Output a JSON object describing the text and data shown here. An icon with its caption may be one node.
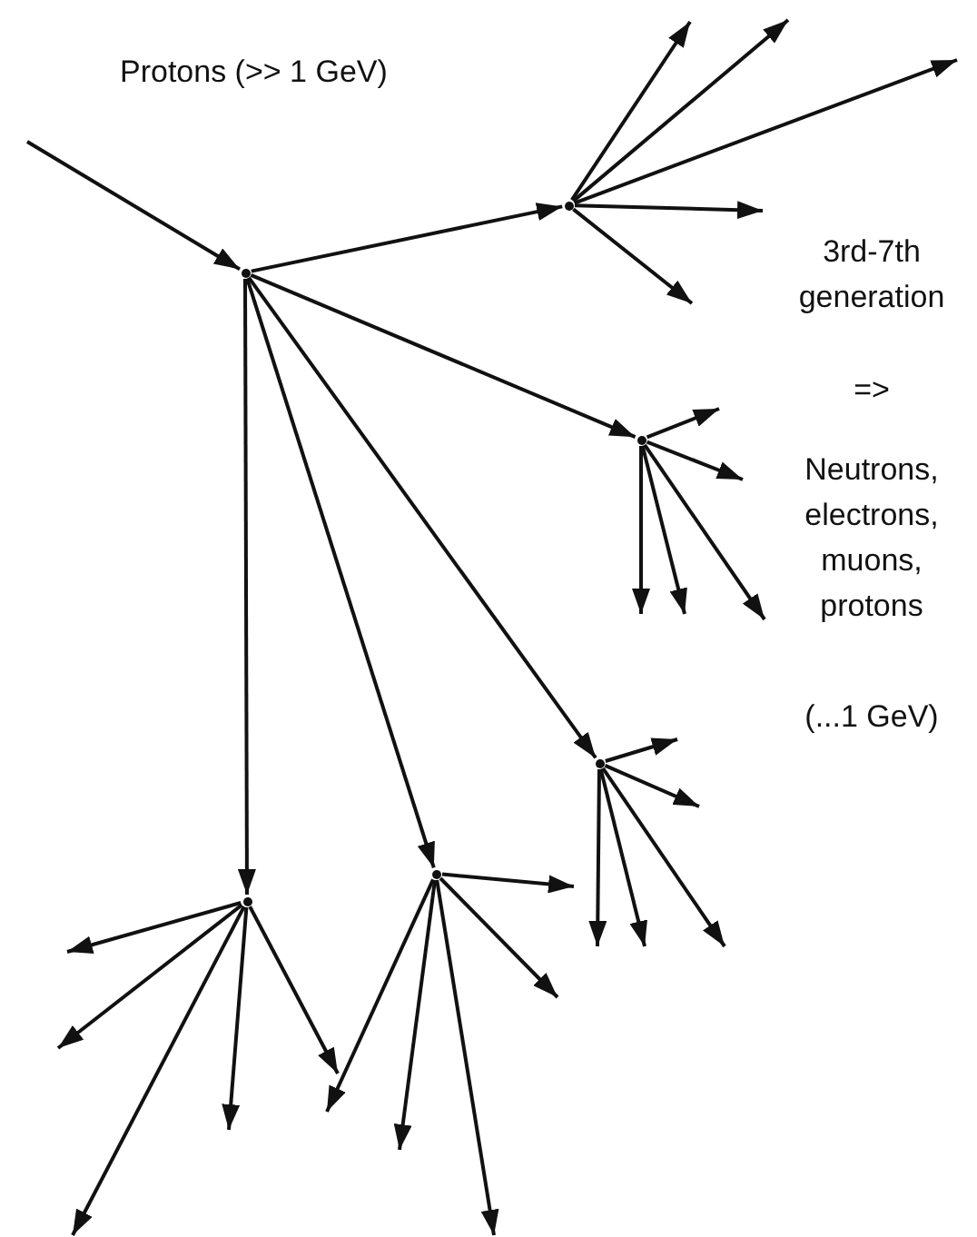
{
  "diagram": {
    "nodes": [
      {
        "text": [],
        "shape": "dot"
      },
      {
        "text": [],
        "shape": "dot"
      },
      {
        "text": [],
        "shape": "dot"
      },
      {
        "text": [],
        "shape": "dot"
      },
      {
        "text": [],
        "shape": "dot"
      },
      {
        "text": [],
        "shape": "dot"
      }
    ],
    "edges": [
      {
        "from": null,
        "to": 1,
        "arrow": "to",
        "label": "Protons (>> 1 GeV)"
      },
      {
        "from": 1,
        "to": 0,
        "arrow": "to"
      },
      {
        "from": 1,
        "to": 2,
        "arrow": "to"
      },
      {
        "from": 1,
        "to": 3,
        "arrow": "to"
      },
      {
        "from": 1,
        "to": 4,
        "arrow": "to"
      },
      {
        "from": 1,
        "to": 5,
        "arrow": "to"
      },
      {
        "from": 0,
        "to": null,
        "arrow": "to"
      },
      {
        "from": 0,
        "to": null,
        "arrow": "to"
      },
      {
        "from": 0,
        "to": null,
        "arrow": "to"
      },
      {
        "from": 0,
        "to": null,
        "arrow": "to"
      },
      {
        "from": 0,
        "to": null,
        "arrow": "to"
      },
      {
        "from": 2,
        "to": null,
        "arrow": "to"
      },
      {
        "from": 2,
        "to": null,
        "arrow": "to"
      },
      {
        "from": 2,
        "to": null,
        "arrow": "to"
      },
      {
        "from": 2,
        "to": null,
        "arrow": "to"
      },
      {
        "from": 2,
        "to": null,
        "arrow": "to"
      },
      {
        "from": 3,
        "to": null,
        "arrow": "to"
      },
      {
        "from": 3,
        "to": null,
        "arrow": "to"
      },
      {
        "from": 3,
        "to": null,
        "arrow": "to"
      },
      {
        "from": 3,
        "to": null,
        "arrow": "to"
      },
      {
        "from": 3,
        "to": null,
        "arrow": "to"
      },
      {
        "from": 4,
        "to": null,
        "arrow": "to"
      },
      {
        "from": 4,
        "to": null,
        "arrow": "to"
      },
      {
        "from": 4,
        "to": null,
        "arrow": "to"
      },
      {
        "from": 4,
        "to": null,
        "arrow": "to"
      },
      {
        "from": 4,
        "to": null,
        "arrow": "to"
      },
      {
        "from": 5,
        "to": null,
        "arrow": "to"
      },
      {
        "from": 5,
        "to": null,
        "arrow": "to"
      },
      {
        "from": 5,
        "to": null,
        "arrow": "to"
      },
      {
        "from": 5,
        "to": null,
        "arrow": "to"
      },
      {
        "from": 5,
        "to": null,
        "arrow": "to"
      }
    ],
    "labels": [
      "3rd-7th generation",
      "=>",
      "Neutrons, electrons, muons, protons",
      "(...1 GeV)"
    ]
  }
}
